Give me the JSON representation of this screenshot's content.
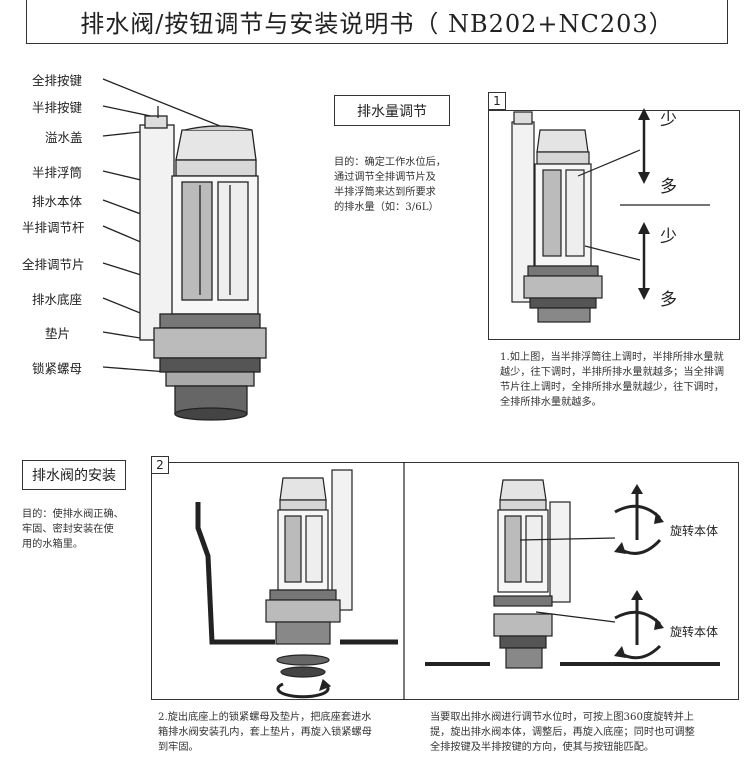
{
  "title": "排水阀/按钮调节与安装说明书（ NB202+NC203）",
  "part_labels": [
    "全排按键",
    "半排按键",
    "溢水盖",
    "半排浮筒",
    "排水本体",
    "半排调节杆",
    "全排调节片",
    "排水底座",
    "垫片",
    "锁紧螺母"
  ],
  "section_drain_adjust": {
    "heading": "排水量调节",
    "purpose": [
      "目的：确定工作水位后，",
      "通过调节全排调节片及",
      "半排浮筒来达到所要求",
      "的排水量（如：3/6L）"
    ],
    "figure_number": "1",
    "less_label": "少",
    "more_label": "多",
    "note": [
      "1.如上图，当半排浮筒往上调时，半排所排水量就",
      "越少，往下调时，半排所排水量就越多；当全排调",
      "节片往上调时，全排所排水量就越少，往下调时，",
      "全排所排水量就越多。"
    ]
  },
  "section_install": {
    "heading": "排水阀的安装",
    "purpose": [
      "目的：使排水阀正确、",
      "牢固、密封安装在使",
      "用的水箱里。"
    ],
    "figure_number": "2",
    "rotate_label": "旋转本体",
    "note_left": [
      "2.旋出底座上的锁紧螺母及垫片，把底座套进水",
      "箱排水阀安装孔内，套上垫片，再旋入锁紧螺母",
      "到牢固。"
    ],
    "note_right": [
      "当要取出排水阀进行调节水位时，可按上图360度旋转并上",
      "提，旋出排水阀本体，调整后，再旋入底座；同时也可调整",
      "全排按键及半排按键的方向，使其与按钮能匹配。"
    ]
  }
}
